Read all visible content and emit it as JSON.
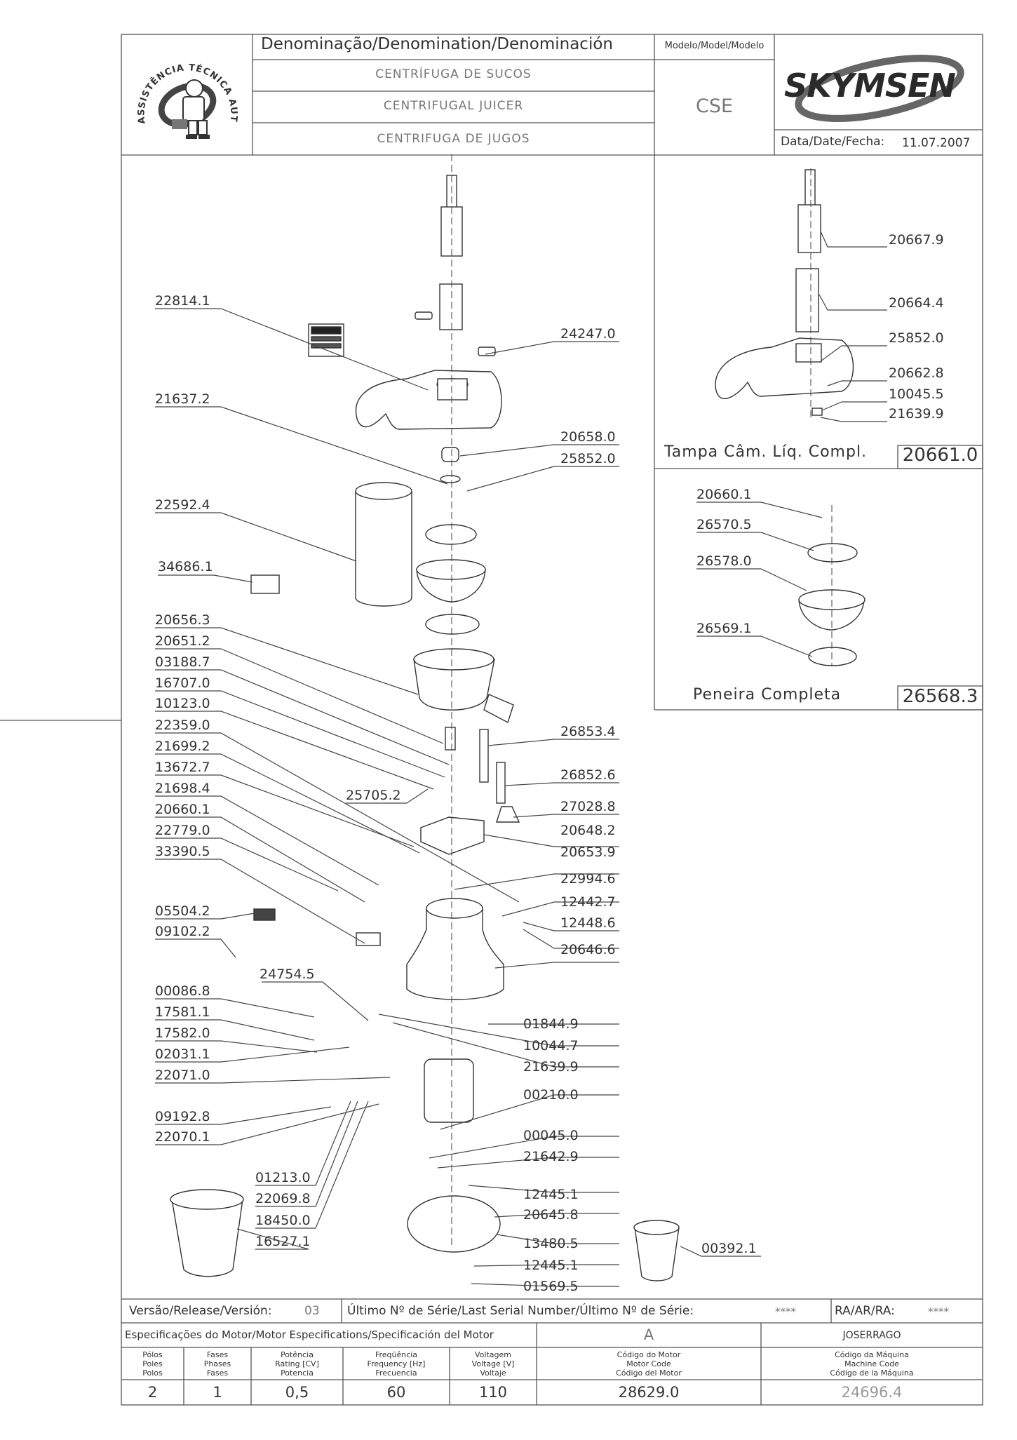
{
  "header": {
    "denomination_title": "Denominação/Denomination/Denominación",
    "names": [
      "CENTRÍFUGA DE SUCOS",
      "CENTRIFUGAL JUICER",
      "CENTRIFUGA DE JUGOS"
    ],
    "model_label": "Modelo/Model/Modelo",
    "model_value": "CSE",
    "brand": "SKYMSEN",
    "date_label": "Data/Date/Fecha:",
    "date_value": "11.07.2007",
    "seal_text": "ASSISTÊNCIA TÉCNICA AUTORIZADA"
  },
  "parts_main": [
    "22814.1",
    "21637.2",
    "22592.4",
    "34686.1",
    "20656.3",
    "20651.2",
    "03188.7",
    "16707.0",
    "10123.0",
    "22359.0",
    "21699.2",
    "13672.7",
    "21698.4",
    "20660.1",
    "22779.0",
    "33390.5",
    "05504.2",
    "09102.2",
    "00086.8",
    "17581.1",
    "17582.0",
    "02031.1",
    "22071.0",
    "09192.8",
    "22070.1",
    "01213.0",
    "22069.8",
    "18450.0",
    "16527.1",
    "24247.0",
    "20658.0",
    "25852.0",
    "26853.4",
    "26852.6",
    "27028.8",
    "20648.2",
    "20653.9",
    "22994.6",
    "12442.7",
    "12448.6",
    "20646.6",
    "01844.9",
    "10044.7",
    "21639.9",
    "00210.0",
    "00045.0",
    "21642.9",
    "12445.1",
    "20645.8",
    "13480.5",
    "12445.1",
    "01569.5",
    "00392.1",
    "25705.2",
    "24754.5"
  ],
  "lid_assembly": {
    "parts": [
      "20667.9",
      "20664.4",
      "25852.0",
      "20662.8",
      "10045.5",
      "21639.9"
    ],
    "title": "Tampa Câm. Líq. Compl.",
    "code": "20661.0"
  },
  "sieve_assembly": {
    "parts": [
      "20660.1",
      "26570.5",
      "26578.0",
      "26569.1"
    ],
    "title": "Peneira Completa",
    "code": "26568.3"
  },
  "footer": {
    "version_label": "Versão/Release/Versión:",
    "version_value": "03",
    "serial_label": "Último Nº de Série/Last Serial Number/Último Nº de Série:",
    "serial_value": "****",
    "ra_label": "RA/AR/RA:",
    "ra_value": "****",
    "motor_spec_label": "Especificações do Motor/Motor Especifications/Specificación del Motor",
    "motor_letter": "A",
    "author": "JOSERRAGO",
    "columns": [
      {
        "lines": [
          "Pólos",
          "Poles",
          "Polos"
        ],
        "value": "2"
      },
      {
        "lines": [
          "Fases",
          "Phases",
          "Fases"
        ],
        "value": "1"
      },
      {
        "lines": [
          "Potência",
          "Rating [CV]",
          "Potencia"
        ],
        "value": "0,5"
      },
      {
        "lines": [
          "Freqüência",
          "Frequency [Hz]",
          "Frecuencia"
        ],
        "value": "60"
      },
      {
        "lines": [
          "Voltagem",
          "Voltage [V]",
          "Voltaje"
        ],
        "value": "110"
      },
      {
        "lines": [
          "Código do Motor",
          "Motor Code",
          "Código del Motor"
        ],
        "value": "28629.0"
      },
      {
        "lines": [
          "Código da Máquina",
          "Machine Code",
          "Código de la Máquina"
        ],
        "value": "24696.4"
      }
    ]
  }
}
